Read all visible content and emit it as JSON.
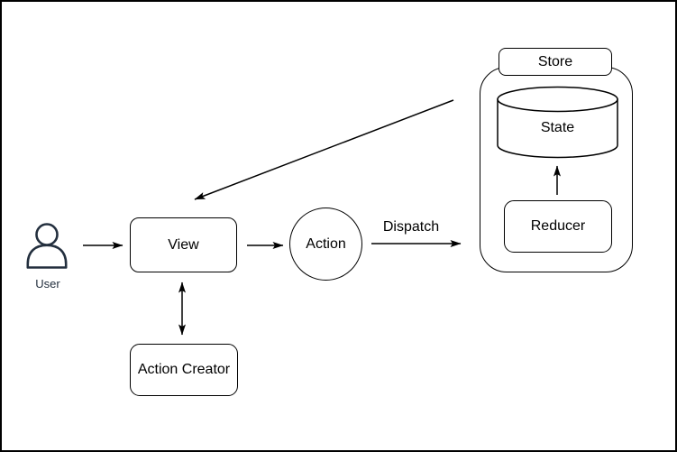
{
  "diagram": {
    "nodes": {
      "user": {
        "label": "User",
        "shape": "actor"
      },
      "view": {
        "label": "View",
        "shape": "rounded-rect"
      },
      "action": {
        "label": "Action",
        "shape": "circle"
      },
      "action_creator": {
        "label": "Action Creator",
        "shape": "rounded-rect"
      },
      "store": {
        "label": "Store",
        "shape": "rounded-rect-label"
      },
      "state": {
        "label": "State",
        "shape": "cylinder"
      },
      "reducer": {
        "label": "Reducer",
        "shape": "rounded-rect"
      }
    },
    "edges": {
      "user_to_view": {
        "from": "User",
        "to": "View",
        "label": ""
      },
      "view_to_action": {
        "from": "View",
        "to": "Action",
        "label": ""
      },
      "action_to_store": {
        "from": "Action",
        "to": "Store",
        "label": "Dispatch"
      },
      "store_to_view": {
        "from": "Store",
        "to": "View",
        "label": ""
      },
      "view_to_action_creator": {
        "from": "View",
        "to": "Action Creator",
        "bidirectional": true,
        "label": ""
      },
      "reducer_to_state": {
        "from": "Reducer",
        "to": "State",
        "label": ""
      }
    },
    "icons": {
      "user": "person-icon"
    },
    "colors": {
      "stroke": "#000000",
      "text": "#000000",
      "user_icon": "#232F3E",
      "background": "#FFFFFF"
    }
  }
}
